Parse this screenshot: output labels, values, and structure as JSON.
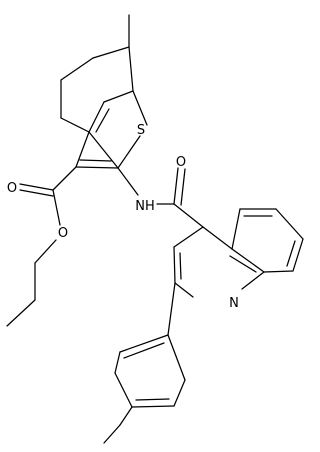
{
  "structure": {
    "atom_labels": {
      "sulfur": "S",
      "amide_nh": "NH",
      "amide_oxygen": "O",
      "ester_carbonyl_oxygen": "O",
      "ester_ether_oxygen": "O",
      "quinoline_nitrogen": "N"
    }
  },
  "colors": {
    "bond": "#000000",
    "label": "#000000",
    "background": "#ffffff"
  }
}
